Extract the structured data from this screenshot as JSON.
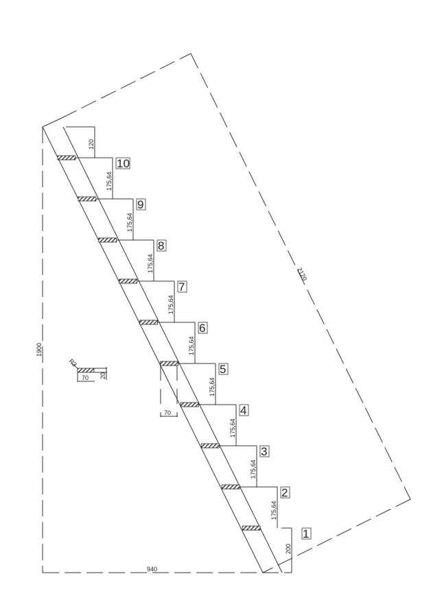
{
  "drawing": {
    "overall_length": "2120",
    "overall_height": "1900",
    "overall_width": "940",
    "top_offset": "120",
    "first_riser": "200",
    "riser_height": "175,64",
    "tread_depth": "70",
    "tread_detail": {
      "radius": "R3",
      "width": "70",
      "thickness": "20"
    },
    "steps": [
      "10",
      "9",
      "8",
      "7",
      "6",
      "5",
      "4",
      "3",
      "2",
      "1"
    ]
  }
}
